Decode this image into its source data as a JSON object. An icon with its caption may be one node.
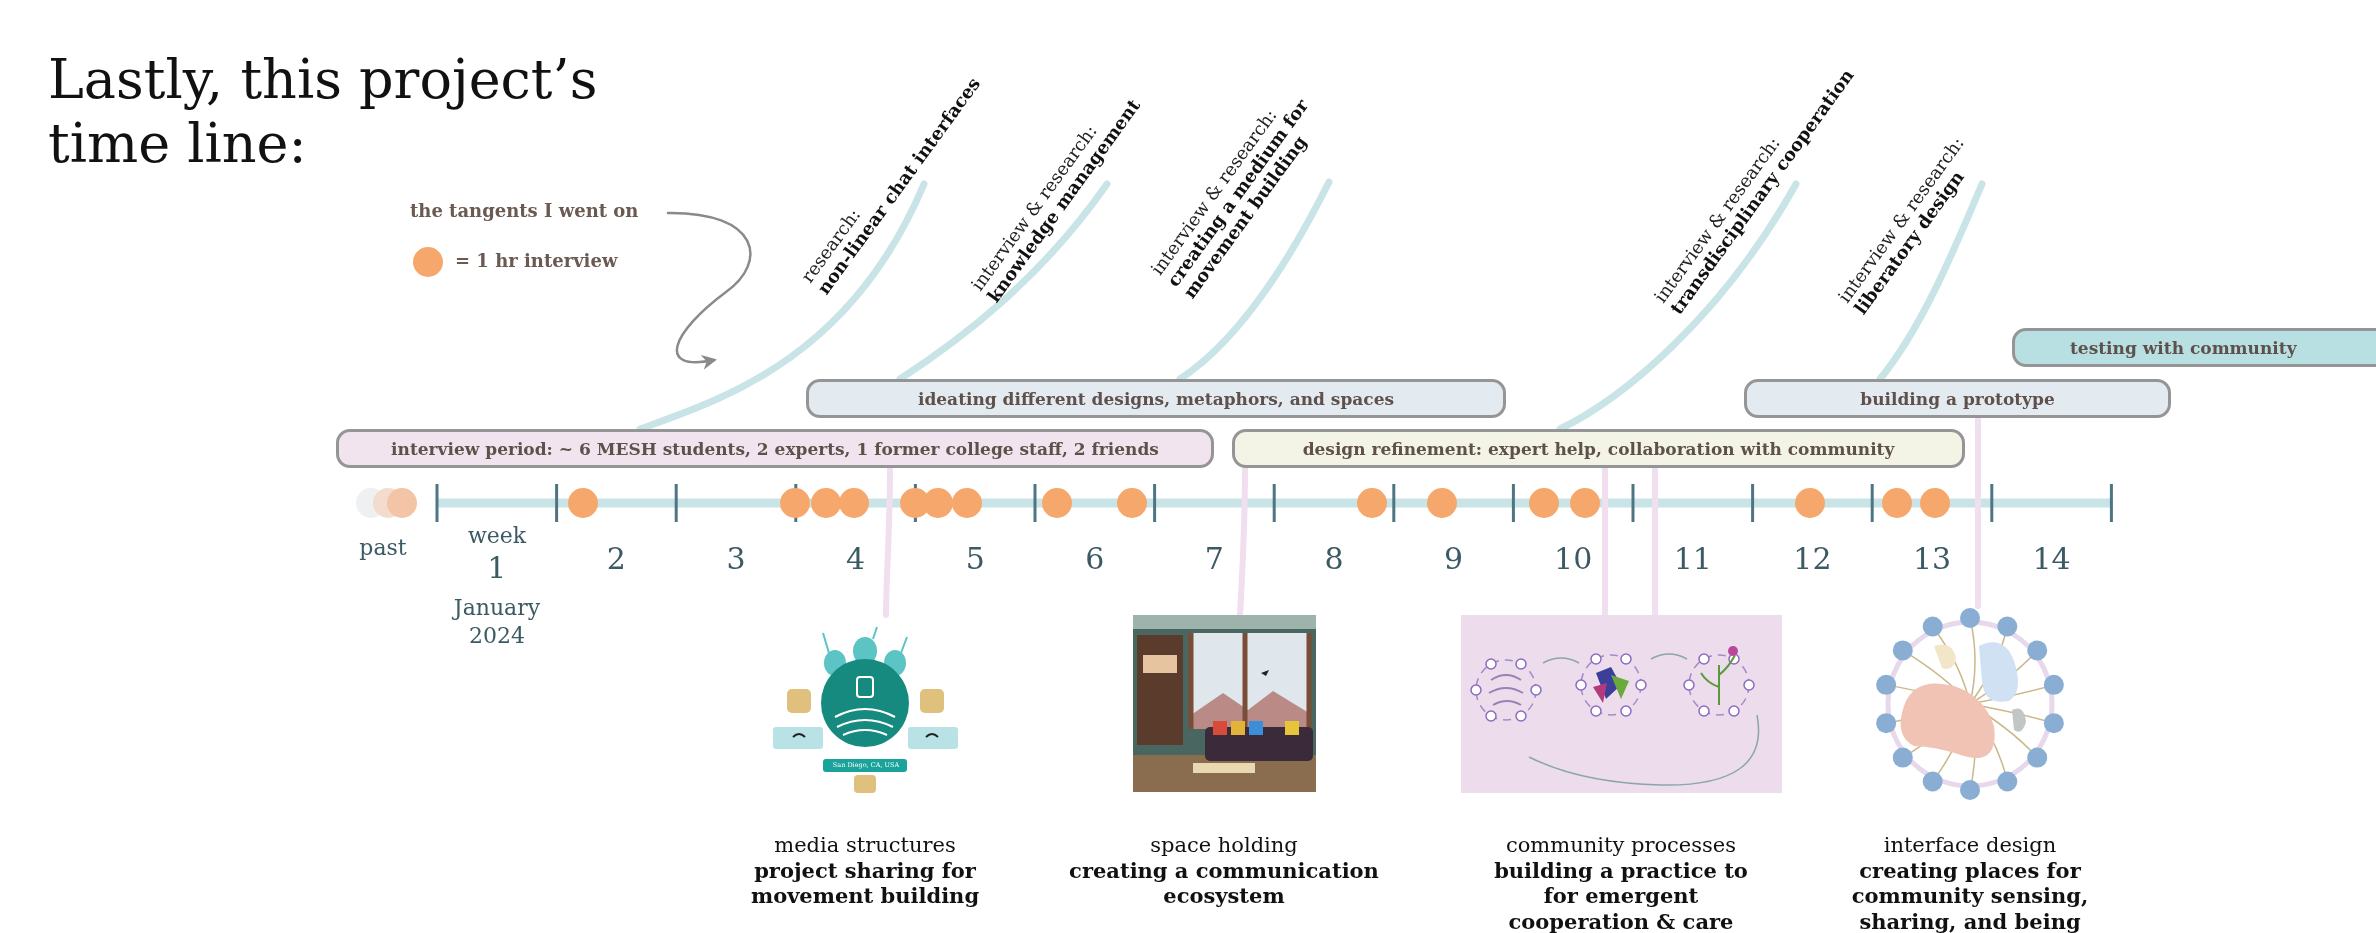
{
  "diagram": {
    "title": "Lastly, this project’s time line:",
    "nodes": [
      {
        "text": [
          "the tangents I went on"
        ]
      },
      {
        "text": [
          "research:",
          "non-linear chat interfaces"
        ]
      },
      {
        "text": [
          "interview & research:",
          "knowledge management"
        ]
      },
      {
        "text": [
          "interview & research:",
          "creating a medium for movement building"
        ]
      },
      {
        "text": [
          "interview & research:",
          "transdisciplinary cooperation"
        ]
      },
      {
        "text": [
          "interview & research:",
          "liberatory design"
        ]
      },
      {
        "text": [
          "testing with community"
        ]
      },
      {
        "text": [
          "ideating different designs, metaphors, and spaces"
        ]
      },
      {
        "text": [
          "building a prototype"
        ]
      },
      {
        "text": [
          "interview period: ~ 6 MESH students, 2 experts, 1 former college staff, 2 friends"
        ]
      },
      {
        "text": [
          "design refinement: expert help, collaboration with community"
        ]
      },
      {
        "text": [
          "media structures",
          "project sharing for movement building"
        ]
      },
      {
        "text": [
          "space holding",
          "creating a communication ecosystem"
        ]
      },
      {
        "text": [
          "community processes",
          "building a practice to for emergent cooperation & care"
        ]
      },
      {
        "text": [
          "interface design",
          "creating places for community sensing, sharing, and being"
        ]
      }
    ],
    "edges": [
      {
        "from": 0,
        "to": null,
        "arrow": "to",
        "color": "#8a8a8a"
      },
      {
        "from": 9,
        "to": 1,
        "arrow": "none",
        "color": "#c9e4e6"
      },
      {
        "from": 7,
        "to": 2,
        "arrow": "none",
        "color": "#c9e4e6"
      },
      {
        "from": 7,
        "to": 3,
        "arrow": "none",
        "color": "#c9e4e6"
      },
      {
        "from": 10,
        "to": 4,
        "arrow": "none",
        "color": "#c9e4e6"
      },
      {
        "from": 8,
        "to": 5,
        "arrow": "none",
        "color": "#c9e4e6"
      },
      {
        "from": 9,
        "to": 11,
        "arrow": "none",
        "color": "#efdfef"
      },
      {
        "from": 10,
        "to": 12,
        "arrow": "none",
        "color": "#efdfef"
      },
      {
        "from": 10,
        "to": 13,
        "arrow": "none",
        "color": "#efdfef"
      },
      {
        "from": 10,
        "to": 13,
        "arrow": "none",
        "color": "#efdfef"
      },
      {
        "from": 8,
        "to": 14,
        "arrow": "none",
        "color": "#efdfef"
      }
    ],
    "labels": [
      "past",
      "week",
      "1",
      "2",
      "3",
      "4",
      "5",
      "6",
      "7",
      "8",
      "9",
      "10",
      "11",
      "12",
      "13",
      "14",
      "January 2024",
      "San Diego, CA, USA"
    ],
    "legend": [
      {
        "text": "= 1 hr interview",
        "color": "#f5a76c"
      }
    ]
  }
}
